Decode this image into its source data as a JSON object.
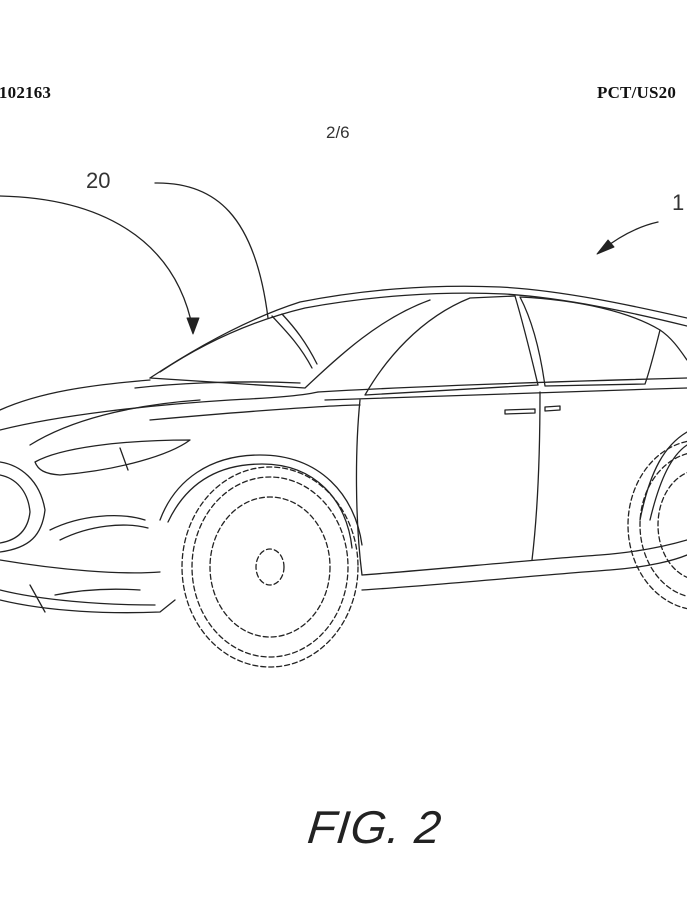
{
  "header": {
    "left": "/102163",
    "right": "PCT/US20"
  },
  "sheet": "2/6",
  "refs": {
    "r20": "20",
    "r1": "1"
  },
  "figure_label": "FIG. 2"
}
